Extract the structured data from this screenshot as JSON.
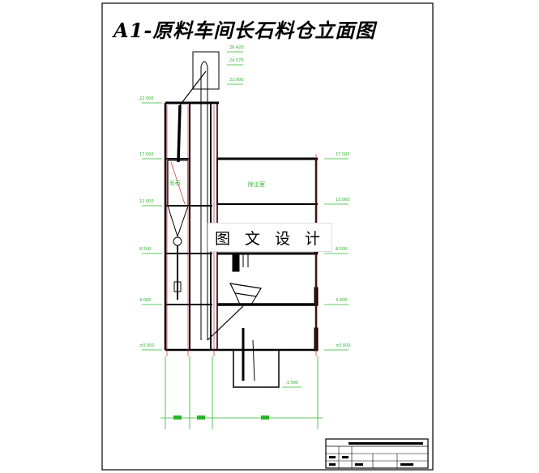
{
  "sheet": {
    "title": "A1-原料车间长石料仓立面图"
  },
  "watermark": {
    "text": "图 文 设 计"
  },
  "rooms": {
    "feldspar": "长石",
    "control_room": "除尘室"
  },
  "left_levels": [
    "22.000",
    "17.000",
    "12.000",
    "8.500",
    "4.000",
    "±0.000"
  ],
  "right_levels": [
    "17.000",
    "13.000",
    "8.500",
    "4.000",
    "±0.000"
  ],
  "top_levels": [
    "26.420",
    "24.570",
    "22.000"
  ],
  "pit_level": "-3.500",
  "colors": {
    "line": "#000000",
    "dimension": "#2ab52a",
    "axis": "#cc2a2a",
    "border": "#000000"
  }
}
